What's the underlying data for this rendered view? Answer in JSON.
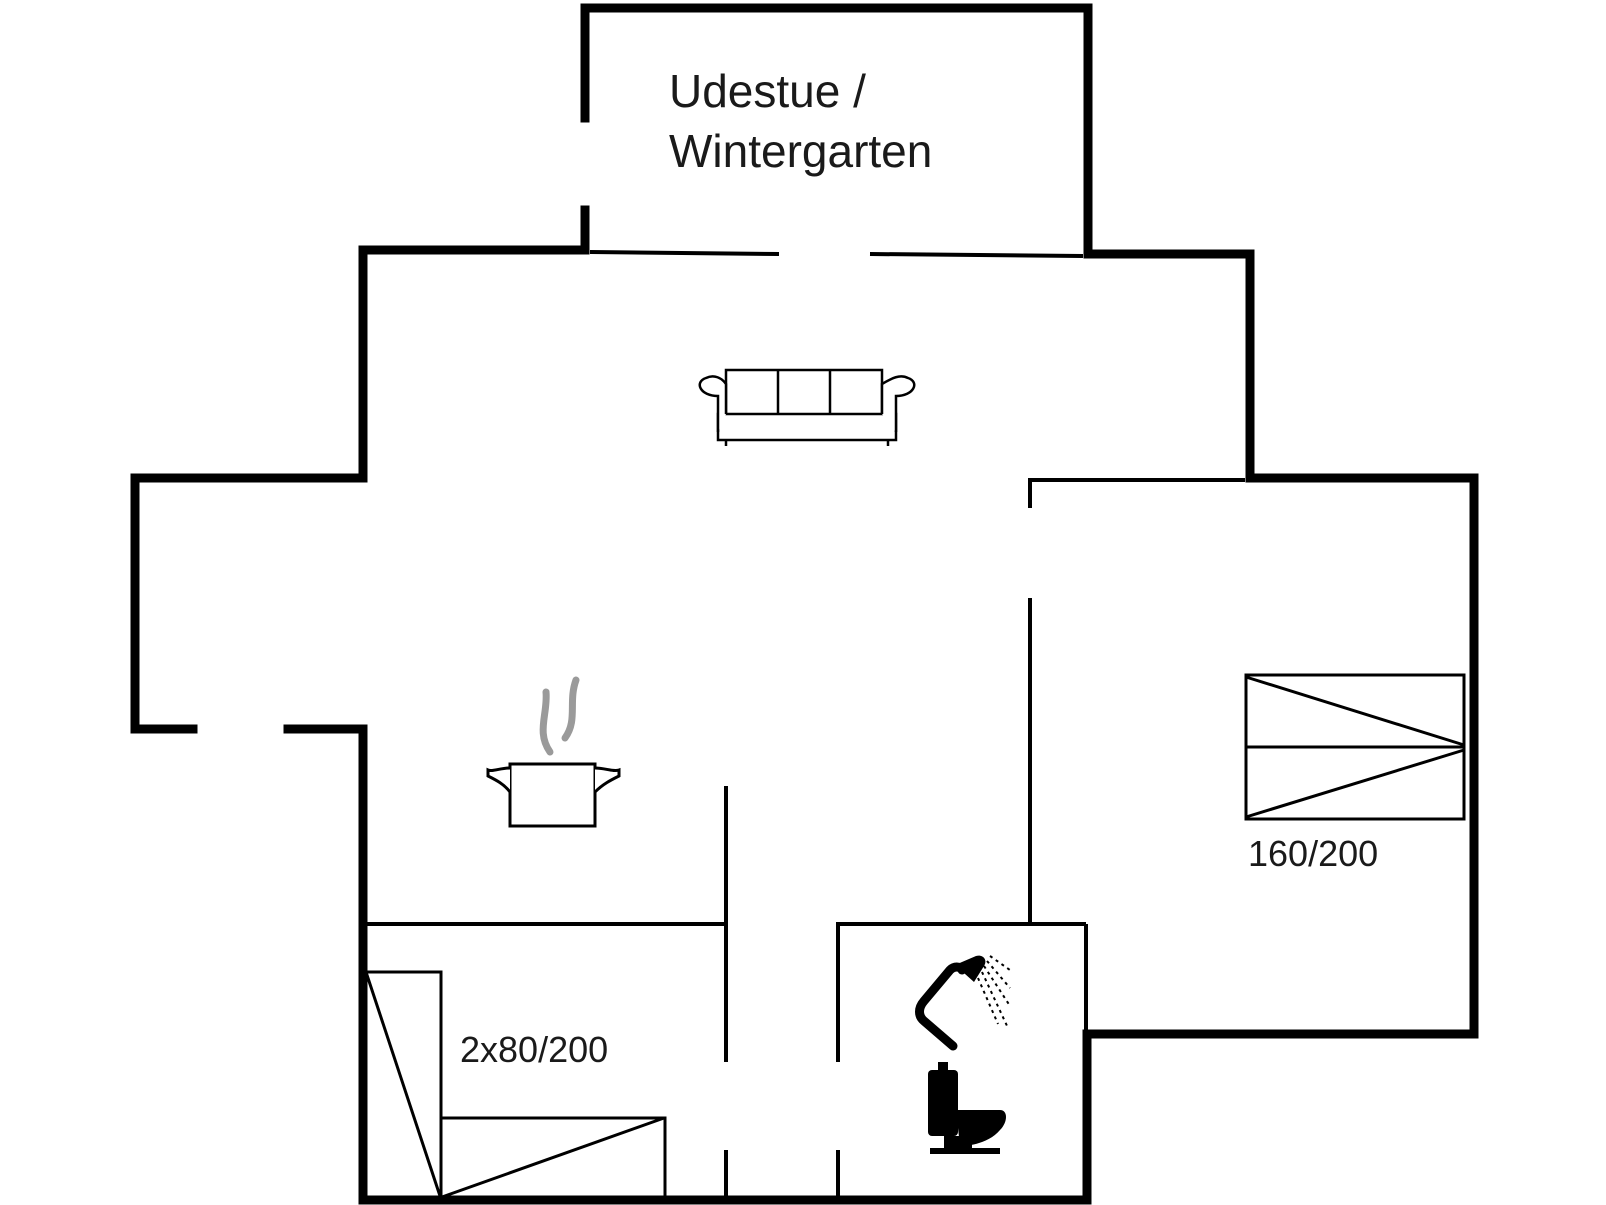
{
  "rooms": {
    "sunroom": {
      "line1": "Udestue /",
      "line2": "Wintergarten"
    }
  },
  "beds": {
    "double_bed": {
      "label": "160/200"
    },
    "twin_beds": {
      "label": "2x80/200"
    }
  },
  "icons": {
    "sofa": "sofa-icon",
    "cooking_pot": "cooking-pot-icon",
    "shower": "shower-icon",
    "toilet": "toilet-icon"
  },
  "colors": {
    "wall": "#000000",
    "steam": "#9a9a9a",
    "background": "#ffffff"
  }
}
